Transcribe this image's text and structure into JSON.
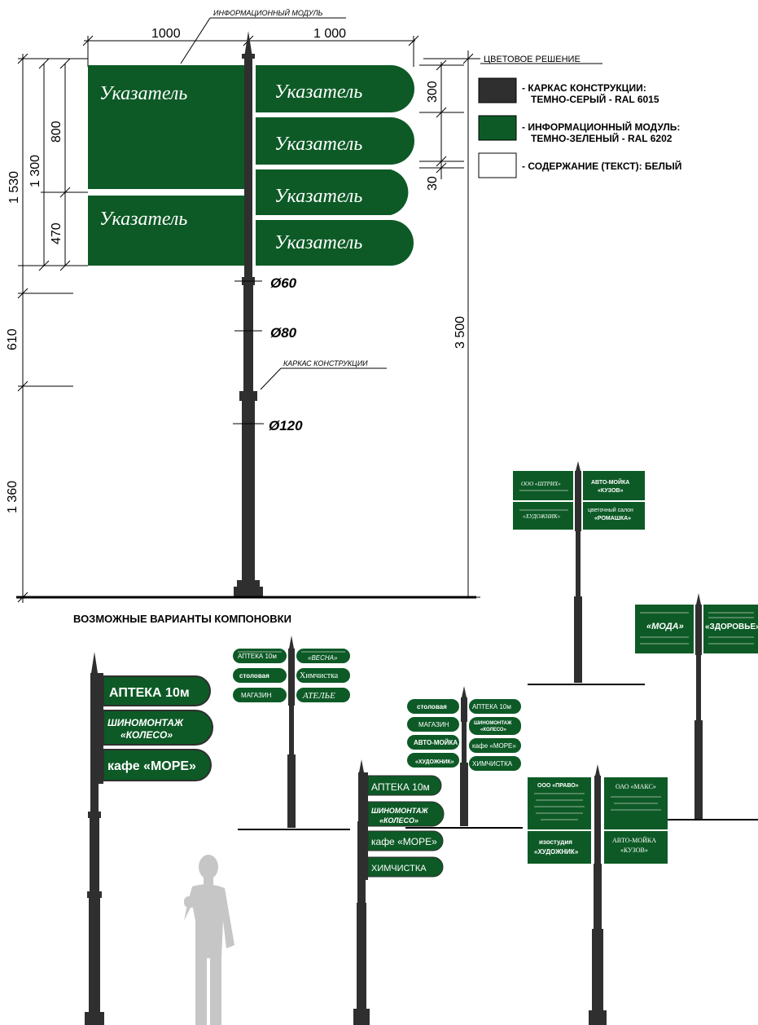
{
  "top_labels": {
    "info_module": "ИНФОРМАЦИОННЫЙ МОДУЛЬ",
    "color_scheme": "ЦВЕТОВОЕ РЕШЕНИЕ",
    "frame": "КАРКАС КОНСТРУКЦИИ"
  },
  "dimensions": {
    "left_width": "1000",
    "right_width": "1 000",
    "total_height_panel": "1 530",
    "panel_height": "1 300",
    "upper_panel": "800",
    "lower_panel": "470",
    "gap_610": "610",
    "base_1360": "1 360",
    "plate_300": "300",
    "gap_30": "30",
    "total": "3 500"
  },
  "diameters": [
    "Ø60",
    "Ø80",
    "Ø120"
  ],
  "main_sign": {
    "label": "Указатель"
  },
  "legend": {
    "items": [
      {
        "color": "#2f2f2f",
        "line1": "- КАРКАС КОНСТРУКЦИИ:",
        "line2": "ТЕМНО-СЕРЫЙ - RAL 6015"
      },
      {
        "color": "#0d5a26",
        "line1": "- ИНФОРМАЦИОННЫЙ МОДУЛЬ:",
        "line2": "ТЕМНО-ЗЕЛЕНЫЙ - RAL 6202"
      },
      {
        "color": "#ffffff",
        "line1": "- СОДЕРЖАНИЕ (ТЕКСТ):  БЕЛЫЙ",
        "line2": ""
      }
    ]
  },
  "variants_title": "ВОЗМОЖНЫЕ ВАРИАНТЫ КОМПОНОВКИ",
  "variant_a": [
    "АПТЕКА  10м",
    "ШИНОМОНТАЖ",
    "«КОЛЕСО»",
    "кафе «МОРЕ»"
  ],
  "variant_b": {
    "left": [
      "АПТЕКА  10м",
      "столовая",
      "МАГАЗИН"
    ],
    "right": [
      "«ВЕСНА»",
      "Химчистка",
      "АТЕЛЬЕ"
    ]
  },
  "variant_c": {
    "left": [
      "столовая",
      "МАГАЗИН",
      "АВТО-МОЙКА",
      "«ХУДОЖНИК»"
    ],
    "right": [
      "АПТЕКА  10м",
      "ШИНОМОНТАЖ",
      "«КОЛЕСО»",
      "кафе «МОРЕ»",
      "ХИМЧИСТКА"
    ]
  },
  "variant_d": [
    "АПТЕКА  10м",
    "ШИНОМОНТАЖ",
    "«КОЛЕСО»",
    "кафе «МОРЕ»",
    "ХИМЧИСТКА"
  ],
  "variant_e": {
    "left_top": "ООО «ШТРИХ»",
    "right_top": [
      "АВТО-МОЙКА",
      "«КУЗОВ»"
    ],
    "left_bottom": "«ХУДОЖНИК»",
    "right_bottom": [
      "цветочный салон",
      "«РОМАШКА»"
    ]
  },
  "variant_f": {
    "left": "«МОДА»",
    "right": "«ЗДОРОВЬЕ»"
  },
  "variant_g": {
    "left_top": "ООО «ПРАВО»",
    "right_top": "ОАО «МАКС»",
    "left_bottom": [
      "изостудия",
      "«ХУДОЖНИК»"
    ],
    "right_bottom": [
      "АВТО-МОЙКА",
      "«КУЗОВ»"
    ]
  }
}
